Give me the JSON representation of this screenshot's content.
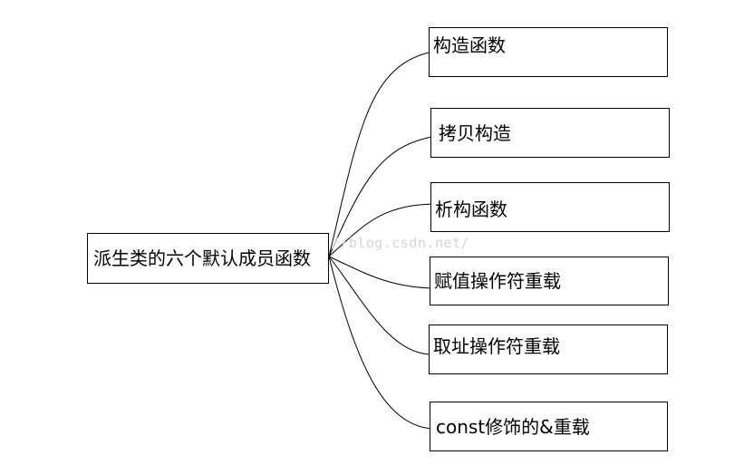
{
  "diagram": {
    "root": {
      "label": "派生类的六个默认成员函数"
    },
    "children": [
      {
        "label": "构造函数"
      },
      {
        "label": "拷贝构造"
      },
      {
        "label": "析构函数"
      },
      {
        "label": "赋值操作符重载"
      },
      {
        "label": "取址操作符重载"
      },
      {
        "label": "const修饰的&重载"
      }
    ],
    "watermark": "http://blog.csdn.net/"
  },
  "colors": {
    "line": "#000000",
    "box_border": "#000000",
    "watermark": "#d4d4d4"
  }
}
